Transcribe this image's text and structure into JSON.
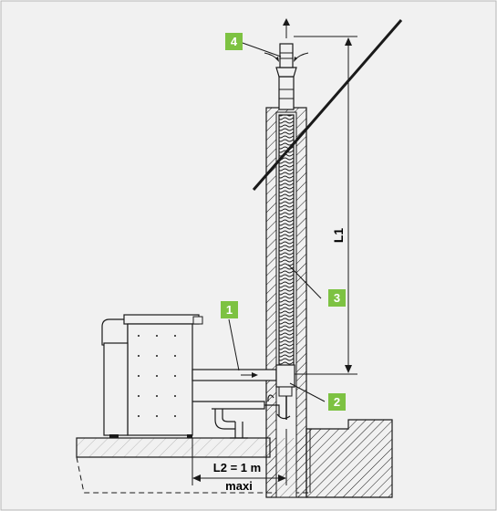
{
  "labels": {
    "badge_1": "1",
    "badge_2": "2",
    "badge_3": "3",
    "badge_4": "4",
    "dim_l1": "L1",
    "dim_l2": "L2 = 1 m",
    "dim_l2_sub": "maxi"
  },
  "colors": {
    "background": "#f1f1f1",
    "badge": "#7dc242",
    "line": "#1a1a1a",
    "panel_border": "#b5b5b5"
  }
}
